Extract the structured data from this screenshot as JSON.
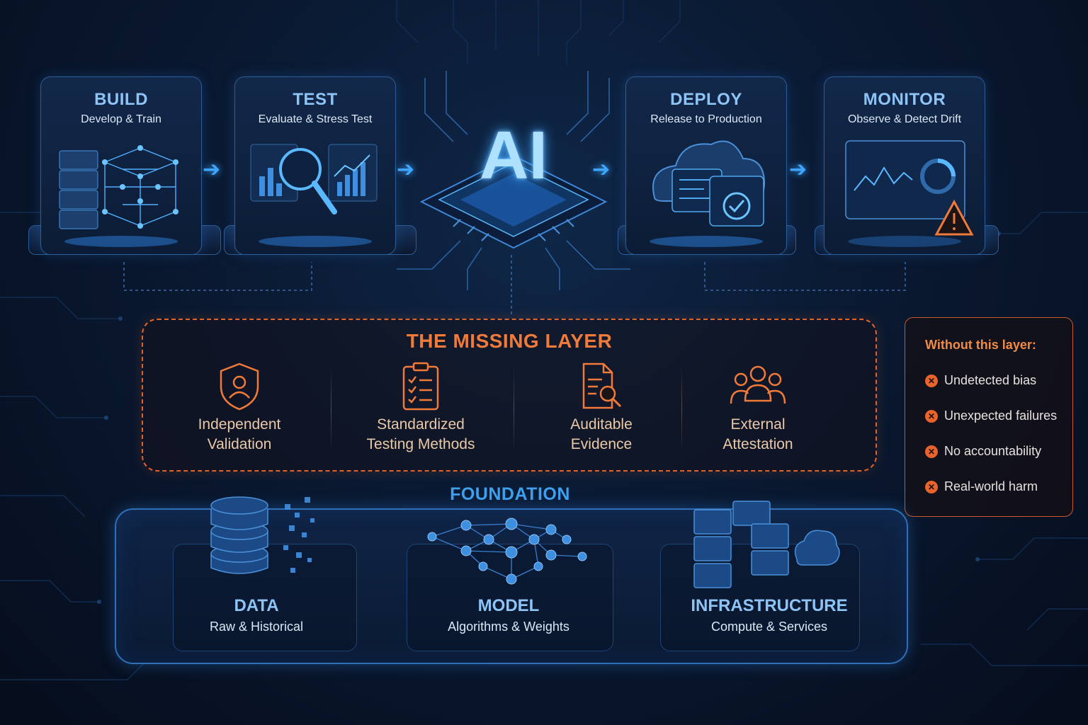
{
  "pipeline": {
    "stages": [
      {
        "title": "BUILD",
        "subtitle": "Develop & Train",
        "icon": "cube-network-icon"
      },
      {
        "title": "TEST",
        "subtitle": "Evaluate & Stress Test",
        "icon": "magnifier-chart-icon"
      },
      {
        "title": "DEPLOY",
        "subtitle": "Release to Production",
        "icon": "cloud-check-icon"
      },
      {
        "title": "MONITOR",
        "subtitle": "Observe & Detect Drift",
        "icon": "dashboard-warning-icon"
      }
    ],
    "core_label": "AI"
  },
  "missing_layer": {
    "title": "THE MISSING LAYER",
    "items": [
      {
        "line1": "Independent",
        "line2": "Validation",
        "icon": "shield-user-icon"
      },
      {
        "line1": "Standardized",
        "line2": "Testing Methods",
        "icon": "clipboard-checklist-icon"
      },
      {
        "line1": "Auditable",
        "line2": "Evidence",
        "icon": "document-search-icon"
      },
      {
        "line1": "External",
        "line2": "Attestation",
        "icon": "group-users-icon"
      }
    ]
  },
  "without_layer": {
    "title": "Without this layer:",
    "items": [
      "Undetected bias",
      "Unexpected failures",
      "No accountability",
      "Real-world harm"
    ]
  },
  "foundation": {
    "title": "FOUNDATION",
    "pillars": [
      {
        "title": "DATA",
        "subtitle": "Raw & Historical",
        "icon": "database-icon"
      },
      {
        "title": "MODEL",
        "subtitle": "Algorithms & Weights",
        "icon": "neural-network-icon"
      },
      {
        "title": "INFRASTRUCTURE",
        "subtitle": "Compute & Services",
        "icon": "servers-cloud-icon"
      }
    ]
  },
  "colors": {
    "background": "#07101f",
    "accent_blue": "#3fa6ff",
    "accent_orange": "#e8642c",
    "title_blue": "#8ec4f5"
  }
}
